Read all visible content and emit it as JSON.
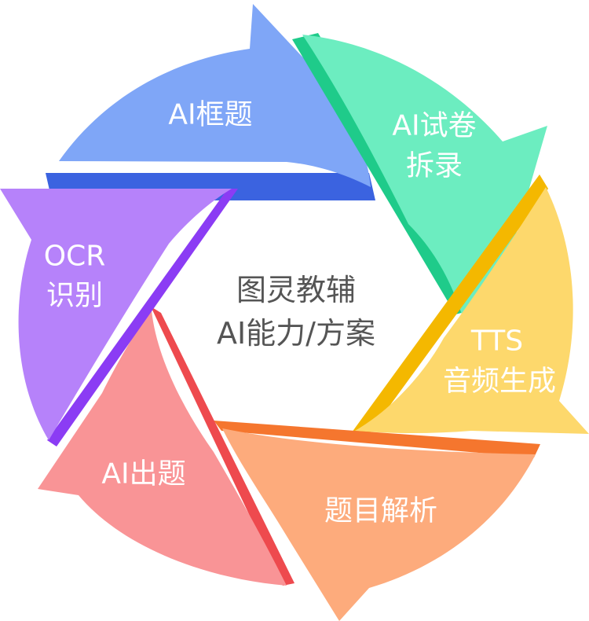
{
  "center": {
    "line1": "图灵教辅",
    "line2": "AI能力/方案"
  },
  "segments": [
    {
      "line1": "AI框题",
      "line2": "",
      "color": "#7FA6F7",
      "edge_color": "#3B63E0"
    },
    {
      "line1": "AI试卷",
      "line2": "拆录",
      "color": "#6CEDC0",
      "edge_color": "#1FCB8A"
    },
    {
      "line1": "TTS",
      "line2": "音频生成",
      "color": "#FDD86C",
      "edge_color": "#F4B800"
    },
    {
      "line1": "题目解析",
      "line2": "",
      "color": "#FDAB7C",
      "edge_color": "#F5762E"
    },
    {
      "line1": "AI出题",
      "line2": "",
      "color": "#F99496",
      "edge_color": "#EE4A4E"
    },
    {
      "line1": "OCR",
      "line2": "识别",
      "color": "#B682FA",
      "edge_color": "#8B3CF4"
    }
  ]
}
